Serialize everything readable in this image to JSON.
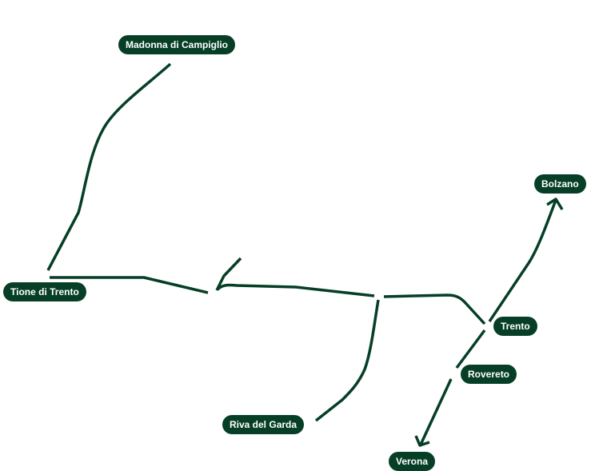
{
  "colors": {
    "route": "#063f26",
    "label_bg": "#063f26",
    "label_text": "#ffffff"
  },
  "places": {
    "madonna": "Madonna di Campiglio",
    "tione": "Tione di Trento",
    "riva": "Riva del Garda",
    "bolzano": "Bolzano",
    "trento": "Trento",
    "rovereto": "Rovereto",
    "verona": "Verona"
  }
}
